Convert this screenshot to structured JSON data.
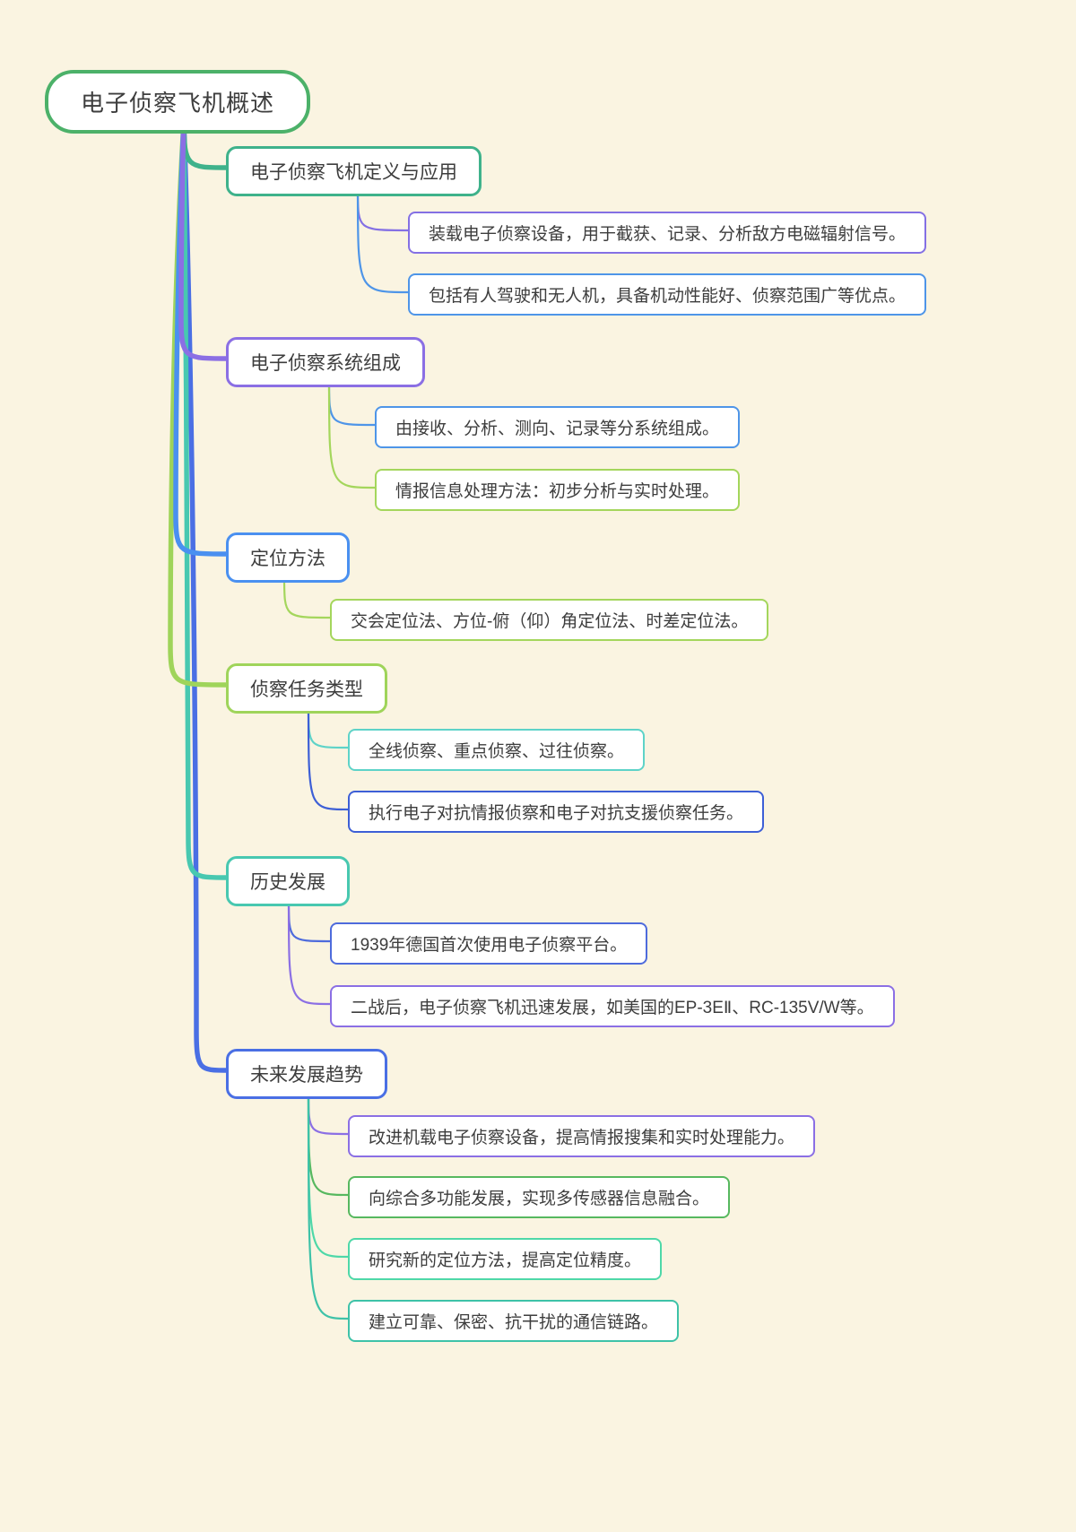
{
  "canvas": {
    "background_color": "#FAF4E1",
    "node_background_color": "#FFFFFF",
    "text_color": "#3D3D3D"
  },
  "root": {
    "label": "电子侦察飞机概述",
    "color": "#4CB169"
  },
  "branches": [
    {
      "label": "电子侦察飞机定义与应用",
      "color": "#3FB28B",
      "children": [
        {
          "label": "装载电子侦察设备，用于截获、记录、分析敌方电磁辐射信号。",
          "color": "#8470E4"
        },
        {
          "label": "包括有人驾驶和无人机，具备机动性能好、侦察范围广等优点。",
          "color": "#4E95E8"
        }
      ]
    },
    {
      "label": "电子侦察系统组成",
      "color": "#8B6FE4",
      "children": [
        {
          "label": "由接收、分析、测向、记录等分系统组成。",
          "color": "#4E95E8"
        },
        {
          "label": "情报信息处理方法：初步分析与实时处理。",
          "color": "#A4D65C"
        }
      ]
    },
    {
      "label": "定位方法",
      "color": "#4A90F0",
      "children": [
        {
          "label": "交会定位法、方位-俯（仰）角定位法、时差定位法。",
          "color": "#A4D65C"
        }
      ]
    },
    {
      "label": "侦察任务类型",
      "color": "#9FD45A",
      "children": [
        {
          "label": "全线侦察、重点侦察、过往侦察。",
          "color": "#5ED3C8"
        },
        {
          "label": "执行电子对抗情报侦察和电子对抗支援侦察任务。",
          "color": "#3D5FD6"
        }
      ]
    },
    {
      "label": "历史发展",
      "color": "#48C8B0",
      "children": [
        {
          "label": "1939年德国首次使用电子侦察平台。",
          "color": "#4E6BDC"
        },
        {
          "label": "二战后，电子侦察飞机迅速发展，如美国的EP-3EⅡ、RC-135V/W等。",
          "color": "#8B6FE4"
        }
      ]
    },
    {
      "label": "未来发展趋势",
      "color": "#4A6FE4",
      "children": [
        {
          "label": "改进机载电子侦察设备，提高情报搜集和实时处理能力。",
          "color": "#8B6FE4"
        },
        {
          "label": "向综合多功能发展，实现多传感器信息融合。",
          "color": "#57B85F"
        },
        {
          "label": "研究新的定位方法，提高定位精度。",
          "color": "#4ED8A8"
        },
        {
          "label": "建立可靠、保密、抗干扰的通信链路。",
          "color": "#3EC2A8"
        }
      ]
    }
  ]
}
